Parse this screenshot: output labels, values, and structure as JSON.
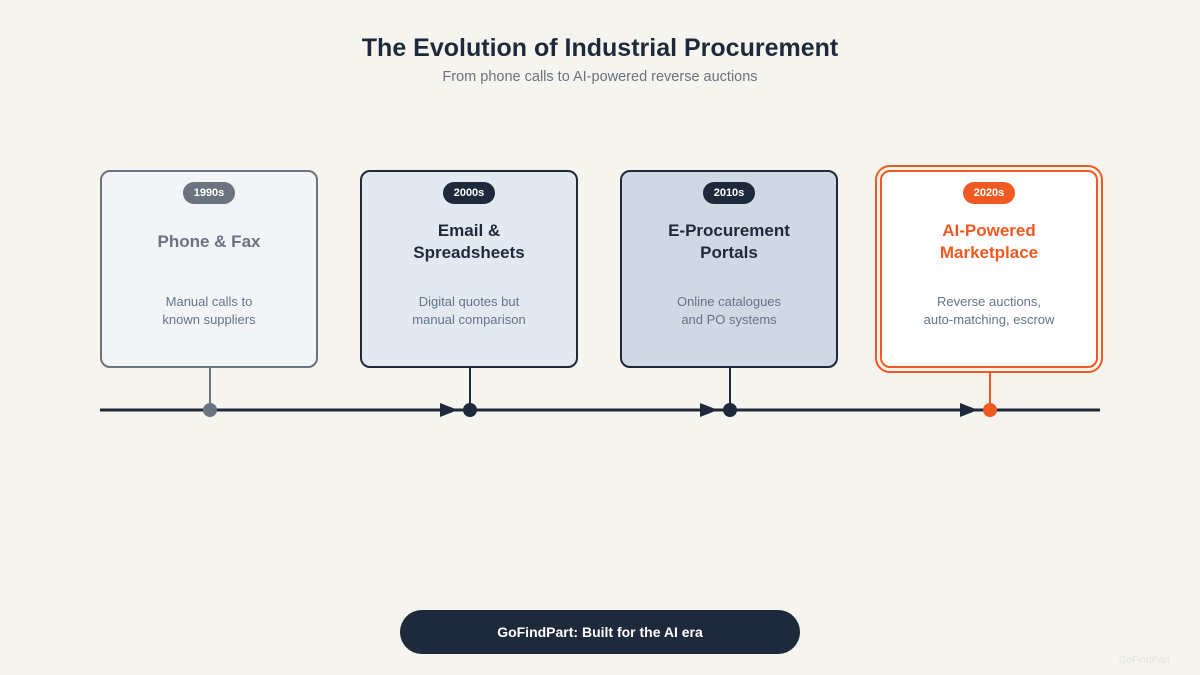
{
  "header": {
    "title": "The Evolution of Industrial Procurement",
    "subtitle": "From phone calls to AI-powered reverse auctions"
  },
  "eras": [
    {
      "badge": "1990s",
      "title": "Phone & Fax",
      "description": "Manual calls to\nknown suppliers"
    },
    {
      "badge": "2000s",
      "title": "Email &\nSpreadsheets",
      "description": "Digital quotes but\nmanual comparison"
    },
    {
      "badge": "2010s",
      "title": "E-Procurement\nPortals",
      "description": "Online catalogues\nand PO systems"
    },
    {
      "badge": "2020s",
      "title": "AI-Powered\nMarketplace",
      "description": "Reverse auctions,\nauto-matching, escrow"
    }
  ],
  "footer": {
    "cta_label": "GoFindPart: Built for the AI era",
    "watermark": "GoFindPart"
  },
  "colors": {
    "navy": "#1e2a3b",
    "gray": "#6b7280",
    "accent": "#f05a22",
    "background": "#f5f4ee"
  }
}
